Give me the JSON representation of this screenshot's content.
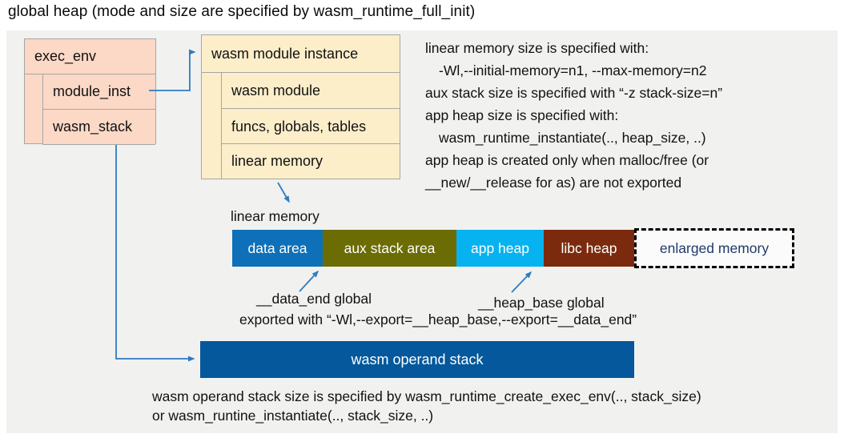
{
  "title": "global heap (mode and size are specified by wasm_runtime_full_init)",
  "exec_env": {
    "header": "exec_env",
    "rows": [
      "module_inst",
      "wasm_stack"
    ]
  },
  "module_instance": {
    "header": "wasm module instance",
    "rows": [
      "wasm module",
      "funcs, globals, tables",
      "linear memory"
    ]
  },
  "notes_right": {
    "lines": [
      "linear memory size is specified with:",
      "-Wl,--initial-memory=n1, --max-memory=n2",
      "aux stack size is specified with “-z stack-size=n”",
      "app heap size is specified with:",
      "wasm_runtime_instantiate(.., heap_size, ..)",
      "app heap is created only when malloc/free (or",
      "__new/__release for as) are not exported"
    ]
  },
  "linear_memory": {
    "label": "linear memory",
    "segments": [
      {
        "label": "data area",
        "color": "#0e70b8",
        "text_color": "#ffffff"
      },
      {
        "label": "aux stack area",
        "color": "#6b6c03",
        "text_color": "#ffffff"
      },
      {
        "label": "app heap",
        "color": "#06b2ef",
        "text_color": "#ffffff"
      },
      {
        "label": "libc heap",
        "color": "#7c2a0e",
        "text_color": "#ffffff"
      }
    ],
    "enlarged": {
      "label": "enlarged memory",
      "text_color": "#1f3a68",
      "fill": "#fbfbfb"
    }
  },
  "annotations": {
    "data_end": "__data_end global",
    "heap_base": "__heap_base global",
    "exported": "exported with “-Wl,--export=__heap_base,--export=__data_end”"
  },
  "operand_stack": {
    "label": "wasm operand stack",
    "fill": "#04589b",
    "note_line1": "wasm operand stack size is specified by wasm_runtime_create_exec_env(.., stack_size)",
    "note_line2": "or wasm_runtine_instantiate(.., stack_size, ..)"
  },
  "colors": {
    "panel_bg": "#f1f1f0",
    "exec_env_fill": "#fcd8c6",
    "module_instance_fill": "#fdeeca",
    "box_border": "#a6a6a6",
    "arrow": "#2e7bc4",
    "dashed_border": "#000000"
  }
}
